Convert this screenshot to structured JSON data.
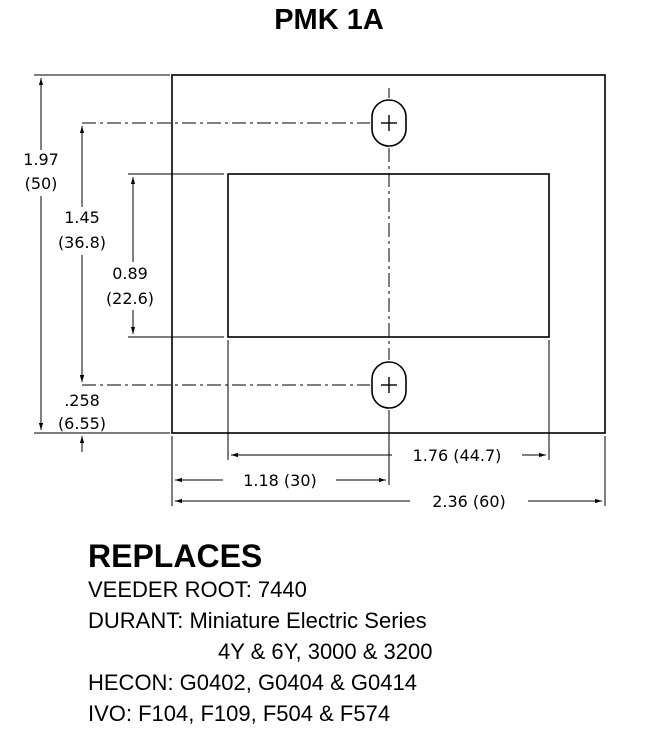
{
  "title": "PMK 1A",
  "dimensions": {
    "overall_height": {
      "inch": "1.97",
      "mm": "(50)"
    },
    "hole_spacing": {
      "inch": "1.45",
      "mm": "(36.8)"
    },
    "cutout_height": {
      "inch": "0.89",
      "mm": "(22.6)"
    },
    "bottom_hole_offset": {
      "inch": ".258",
      "mm": "(6.55)"
    },
    "cutout_width": "1.76 (44.7)",
    "hole_x_offset": "1.18 (30)",
    "overall_width": "2.36 (60)"
  },
  "replaces": {
    "heading": "REPLACES",
    "lines": [
      "VEEDER ROOT: 7440",
      "DURANT: Miniature Electric Series",
      "4Y & 6Y, 3000 & 3200",
      "HECON: G0402, G0404 & G0414",
      "IVO: F104, F109, F504 & F574"
    ]
  },
  "colors": {
    "line": "#000000",
    "background": "#ffffff"
  }
}
